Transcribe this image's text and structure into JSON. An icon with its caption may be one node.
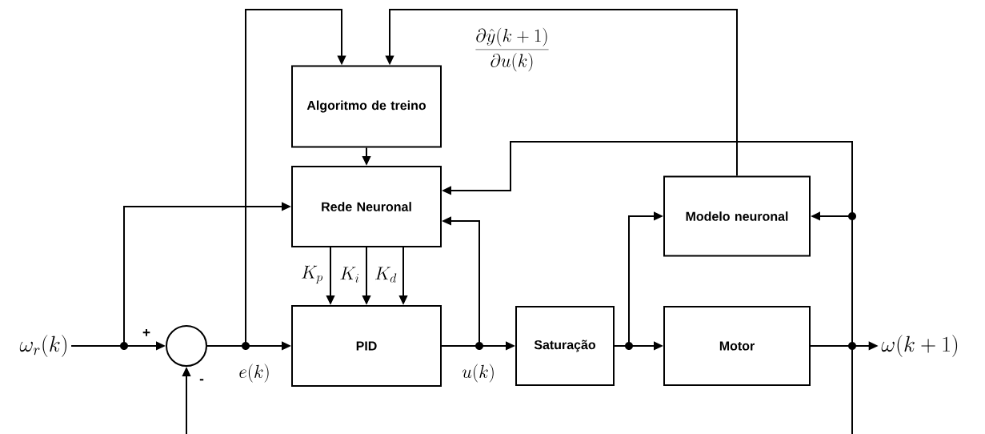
{
  "diagram": {
    "nodes": [
      {
        "text": [
          "Algoritmo de treino"
        ]
      },
      {
        "text": [
          "Rede Neuronal"
        ]
      },
      {
        "text": [
          "PID"
        ]
      },
      {
        "text": [
          "Saturação"
        ]
      },
      {
        "text": [
          "Motor"
        ]
      },
      {
        "text": [
          "Modelo neuronal"
        ]
      },
      {
        "text": [],
        "shape": "circle"
      },
      {
        "text": [
          "\\omega_r(k)"
        ]
      },
      {
        "text": [
          "\\omega(k+1)"
        ]
      }
    ],
    "edges": [
      {
        "from": 7,
        "to": 6,
        "arrow": "to"
      },
      {
        "from": 7,
        "to": 1,
        "arrow": "to"
      },
      {
        "from": 6,
        "to": 2,
        "arrow": "to",
        "label": "e(k)"
      },
      {
        "from": 6,
        "to": 0,
        "arrow": "to"
      },
      {
        "from": 0,
        "to": 1,
        "arrow": "to"
      },
      {
        "from": 1,
        "to": 2,
        "arrow": "to",
        "label": "K_p"
      },
      {
        "from": 1,
        "to": 2,
        "arrow": "to",
        "label": "K_i"
      },
      {
        "from": 1,
        "to": 2,
        "arrow": "to",
        "label": "K_d"
      },
      {
        "from": 2,
        "to": 3,
        "arrow": "to",
        "label": "u(k)"
      },
      {
        "from": 2,
        "to": 1,
        "arrow": "to"
      },
      {
        "from": 3,
        "to": 4,
        "arrow": "to"
      },
      {
        "from": 3,
        "to": 5,
        "arrow": "to"
      },
      {
        "from": 4,
        "to": 8,
        "arrow": "to"
      },
      {
        "from": 4,
        "to": 1,
        "arrow": "to"
      },
      {
        "from": 4,
        "to": 5,
        "arrow": "to"
      },
      {
        "from": 5,
        "to": 0,
        "arrow": "to",
        "label": "\\frac{\\partial \\hat{y}(k+1)}{\\partial u(k)}"
      },
      {
        "from": 4,
        "to": null,
        "arrow": "none"
      },
      {
        "from": null,
        "to": 6,
        "arrow": "to"
      }
    ],
    "labels": [
      "+",
      "-"
    ]
  }
}
